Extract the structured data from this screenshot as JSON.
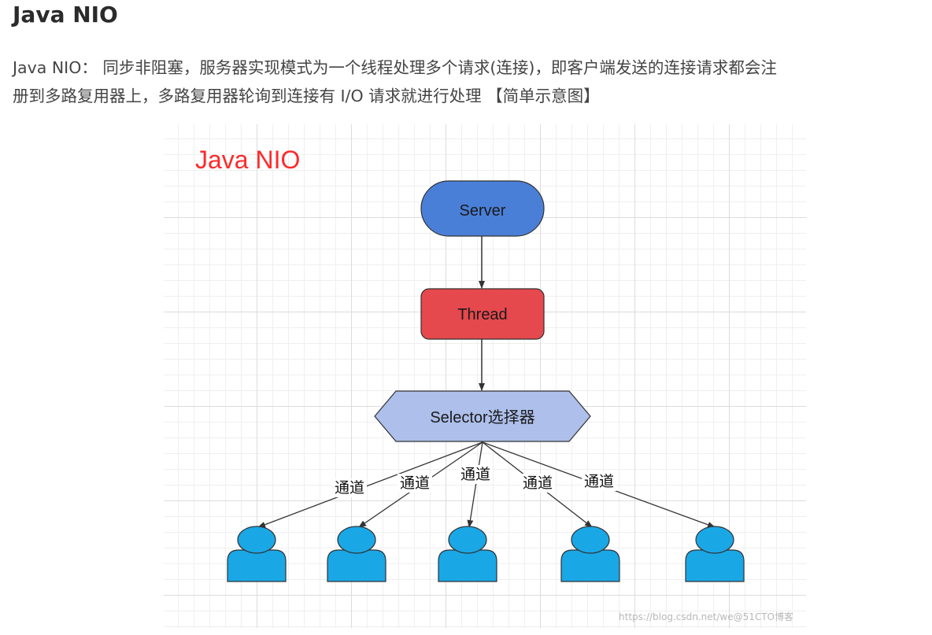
{
  "page": {
    "heading": "Java NIO",
    "paragraph_line1": "Java NIO： 同步非阻塞，服务器实现模式为一个线程处理多个请求(连接)，即客户端发送的连接请求都会注",
    "paragraph_line2": "册到多路复用器上，多路复用器轮询到连接有 I/O 请求就进行处理 【简单示意图】"
  },
  "diagram": {
    "title": "Java NIO",
    "server_label": "Server",
    "thread_label": "Thread",
    "selector_label": "Selector选择器",
    "channel_labels": [
      "通道",
      "通道",
      "通道",
      "通道",
      "通道"
    ],
    "client_count": 5,
    "colors": {
      "title": "#ff2a2a",
      "server": "#4a7fd8",
      "thread": "#e5484d",
      "selector": "#adbfea",
      "client": "#1aa7e6",
      "arrow": "#333333"
    }
  },
  "watermark": "https://blog.csdn.net/we@51CTO博客"
}
